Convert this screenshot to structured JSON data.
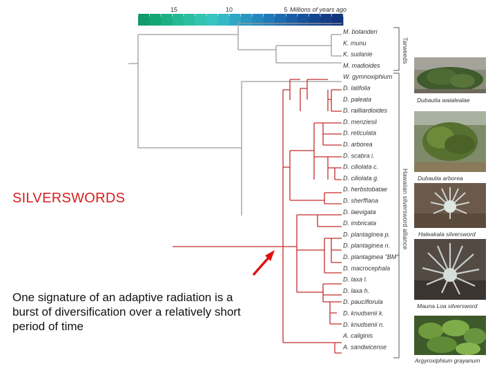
{
  "timescale": {
    "ticks": [
      "15",
      "10",
      "5"
    ],
    "label": "Millions of years ago",
    "colors": [
      "#119a6a",
      "#14a575",
      "#1ab083",
      "#22b993",
      "#2bbfa2",
      "#33c3b1",
      "#37c3bf",
      "#33b8c6",
      "#2ea8c6",
      "#2898c3",
      "#2489bf",
      "#2079b8",
      "#1d6bb0",
      "#1a5ea6",
      "#17529b",
      "#154790",
      "#133d86",
      "#11347c"
    ]
  },
  "taxa": [
    "M. bolanderi",
    "K. munu",
    "K. sudanie",
    "M. madioides",
    "W. gymnoxiphium",
    "D. latifolia",
    "D. paleata",
    "D. railliardioides",
    "D. menziesii",
    "D. reticulata",
    "D. arborea",
    "D. scabra i.",
    "D. ciliolata c.",
    "D. ciliolata g.",
    "D. herbstobatae",
    "D. sherffiana",
    "D. laevigata",
    "D. imbricata",
    "D. plantaginea p.",
    "D. plantaginea n.",
    "D. plantaginea \"BM\"",
    "D. macrocephala",
    "D. laxa l.",
    "D. laxa h.",
    "D. pauciflorula",
    "D. knudsenii k.",
    "D. knudsenii n.",
    "A. caliginis",
    "A. sandwicense"
  ],
  "brackets": {
    "tarweeds": "Tarweeds",
    "alliance": "Hawaiian silversword alliance"
  },
  "photos": [
    {
      "caption": "Dubautia waialealae"
    },
    {
      "caption": "Dubautia arborea"
    },
    {
      "caption": "Haleakala silversword"
    },
    {
      "caption": "Mauna Loa silversword"
    },
    {
      "caption": "Argyroxiphium grayanum"
    }
  ],
  "heading": "SILVERSWORDS",
  "body": "One signature of an adaptive radiation is a burst of diversification over a relatively short period of time",
  "colors": {
    "accent": "#d81d1d",
    "tree_gray": "#9a9a9a",
    "tree_red": "#c42a2a"
  }
}
